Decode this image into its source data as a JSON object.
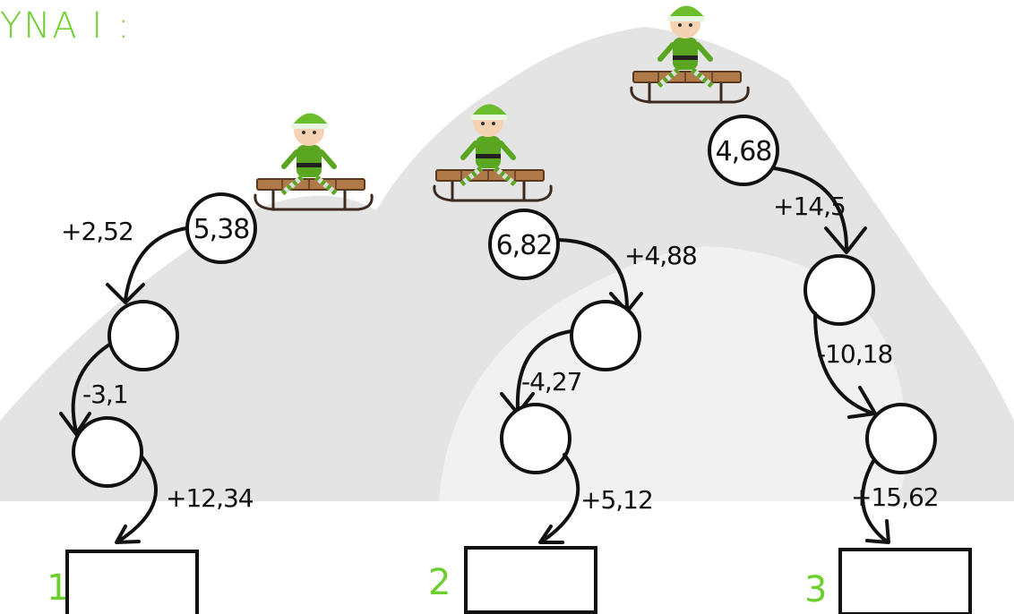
{
  "title": "ΥΝΑ Ι :",
  "colors": {
    "accent": "#6ccf2e",
    "snow": "#e4e4e4",
    "snow_light": "#f1f1f1",
    "ink": "#111111"
  },
  "chains": [
    {
      "number": "1",
      "start": "5,38",
      "ops": [
        "+2,52",
        "-3,1",
        "+12,34"
      ]
    },
    {
      "number": "2",
      "start": "6,82",
      "ops": [
        "+4,88",
        "-4,27",
        "+5,12"
      ]
    },
    {
      "number": "3",
      "start": "4,68",
      "ops": [
        "+14,5",
        "-10,18",
        "+15,62"
      ]
    }
  ]
}
